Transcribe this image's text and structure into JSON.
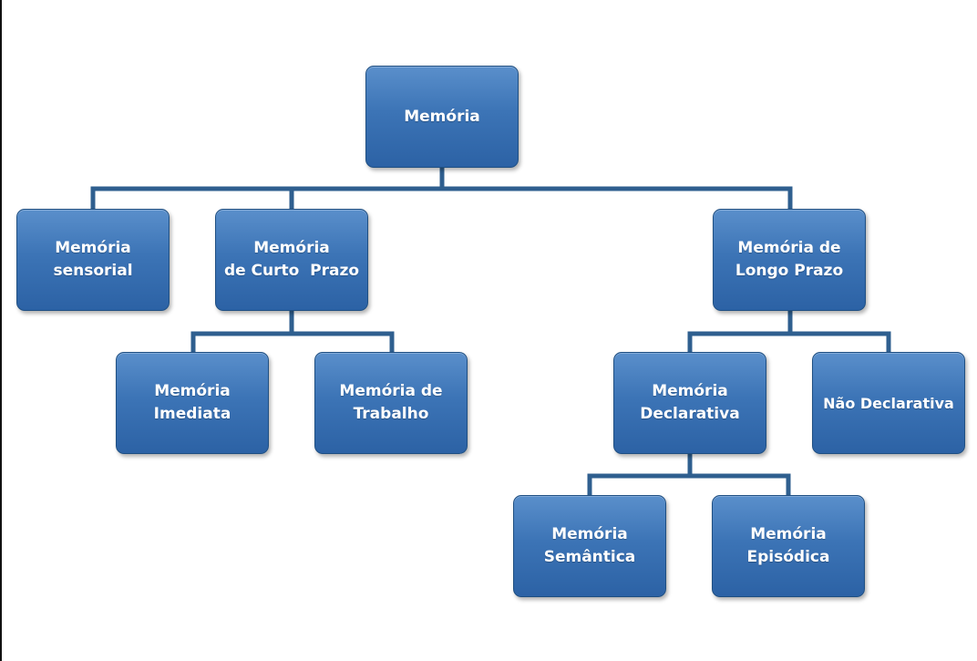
{
  "nodes": {
    "root": {
      "lines": [
        "Memória"
      ]
    },
    "sensorial": {
      "lines": [
        "Memória",
        "sensorial"
      ]
    },
    "curto_prazo": {
      "lines": [
        "Memória",
        "de Curto  Prazo"
      ]
    },
    "longo_prazo": {
      "lines": [
        "Memória de",
        "Longo Prazo"
      ]
    },
    "imediata": {
      "lines": [
        "Memória",
        "Imediata"
      ]
    },
    "trabalho": {
      "lines": [
        "Memória de",
        "Trabalho"
      ]
    },
    "declarativa": {
      "lines": [
        "Memória",
        "Declarativa"
      ]
    },
    "nao_declarativa": {
      "lines": [
        "Não Declarativa"
      ]
    },
    "semantica": {
      "lines": [
        "Memória",
        "Semântica"
      ]
    },
    "episodica": {
      "lines": [
        "Memória",
        "Episódica"
      ]
    }
  },
  "colors": {
    "box_fill": "#3c74b6",
    "box_border": "#1f4f82",
    "connector": "#2f5f8f",
    "text": "#ffffff"
  }
}
